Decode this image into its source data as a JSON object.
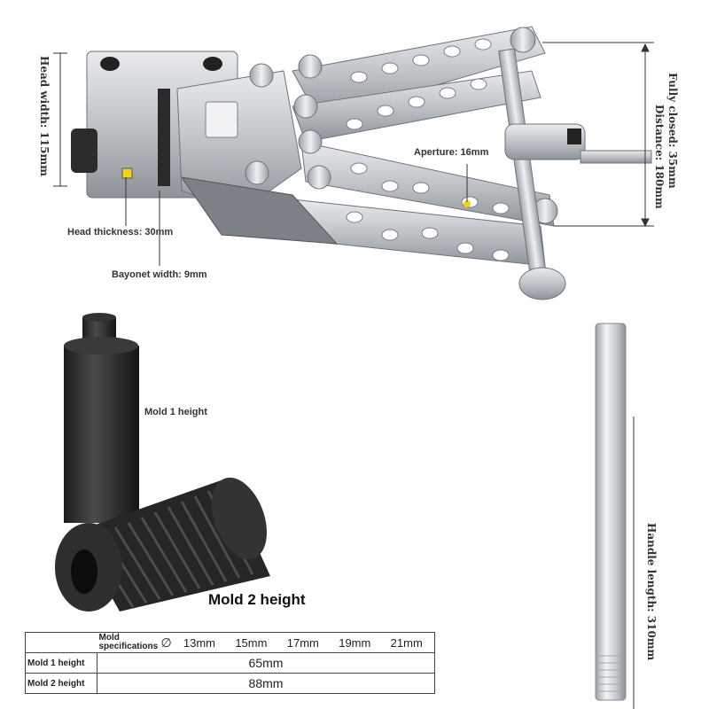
{
  "annotations": {
    "head_width": "Head width: 115mm",
    "fully_closed": "Fully closed: 35mm",
    "distance": "Distance: 180mm",
    "aperture": "Aperture: 16mm",
    "head_thickness": "Head thickness: 30mm",
    "bayonet_width": "Bayonet width: 9mm",
    "mold1_height": "Mold 1 height",
    "mold2_height": "Mold 2 height",
    "handle_length": "Handle length: 310mm"
  },
  "spec_table": {
    "header_label": "Mold specifications",
    "sizes": [
      "13mm",
      "15mm",
      "17mm",
      "19mm",
      "21mm"
    ],
    "rows": [
      {
        "label": "Mold 1 height",
        "value": "65mm"
      },
      {
        "label": "Mold 2 height",
        "value": "88mm"
      }
    ]
  },
  "colors": {
    "steel": "#c9ccd0",
    "steel_dark": "#8a8e94",
    "mold": "#2a2a2a",
    "marker": "#f2d21b"
  }
}
